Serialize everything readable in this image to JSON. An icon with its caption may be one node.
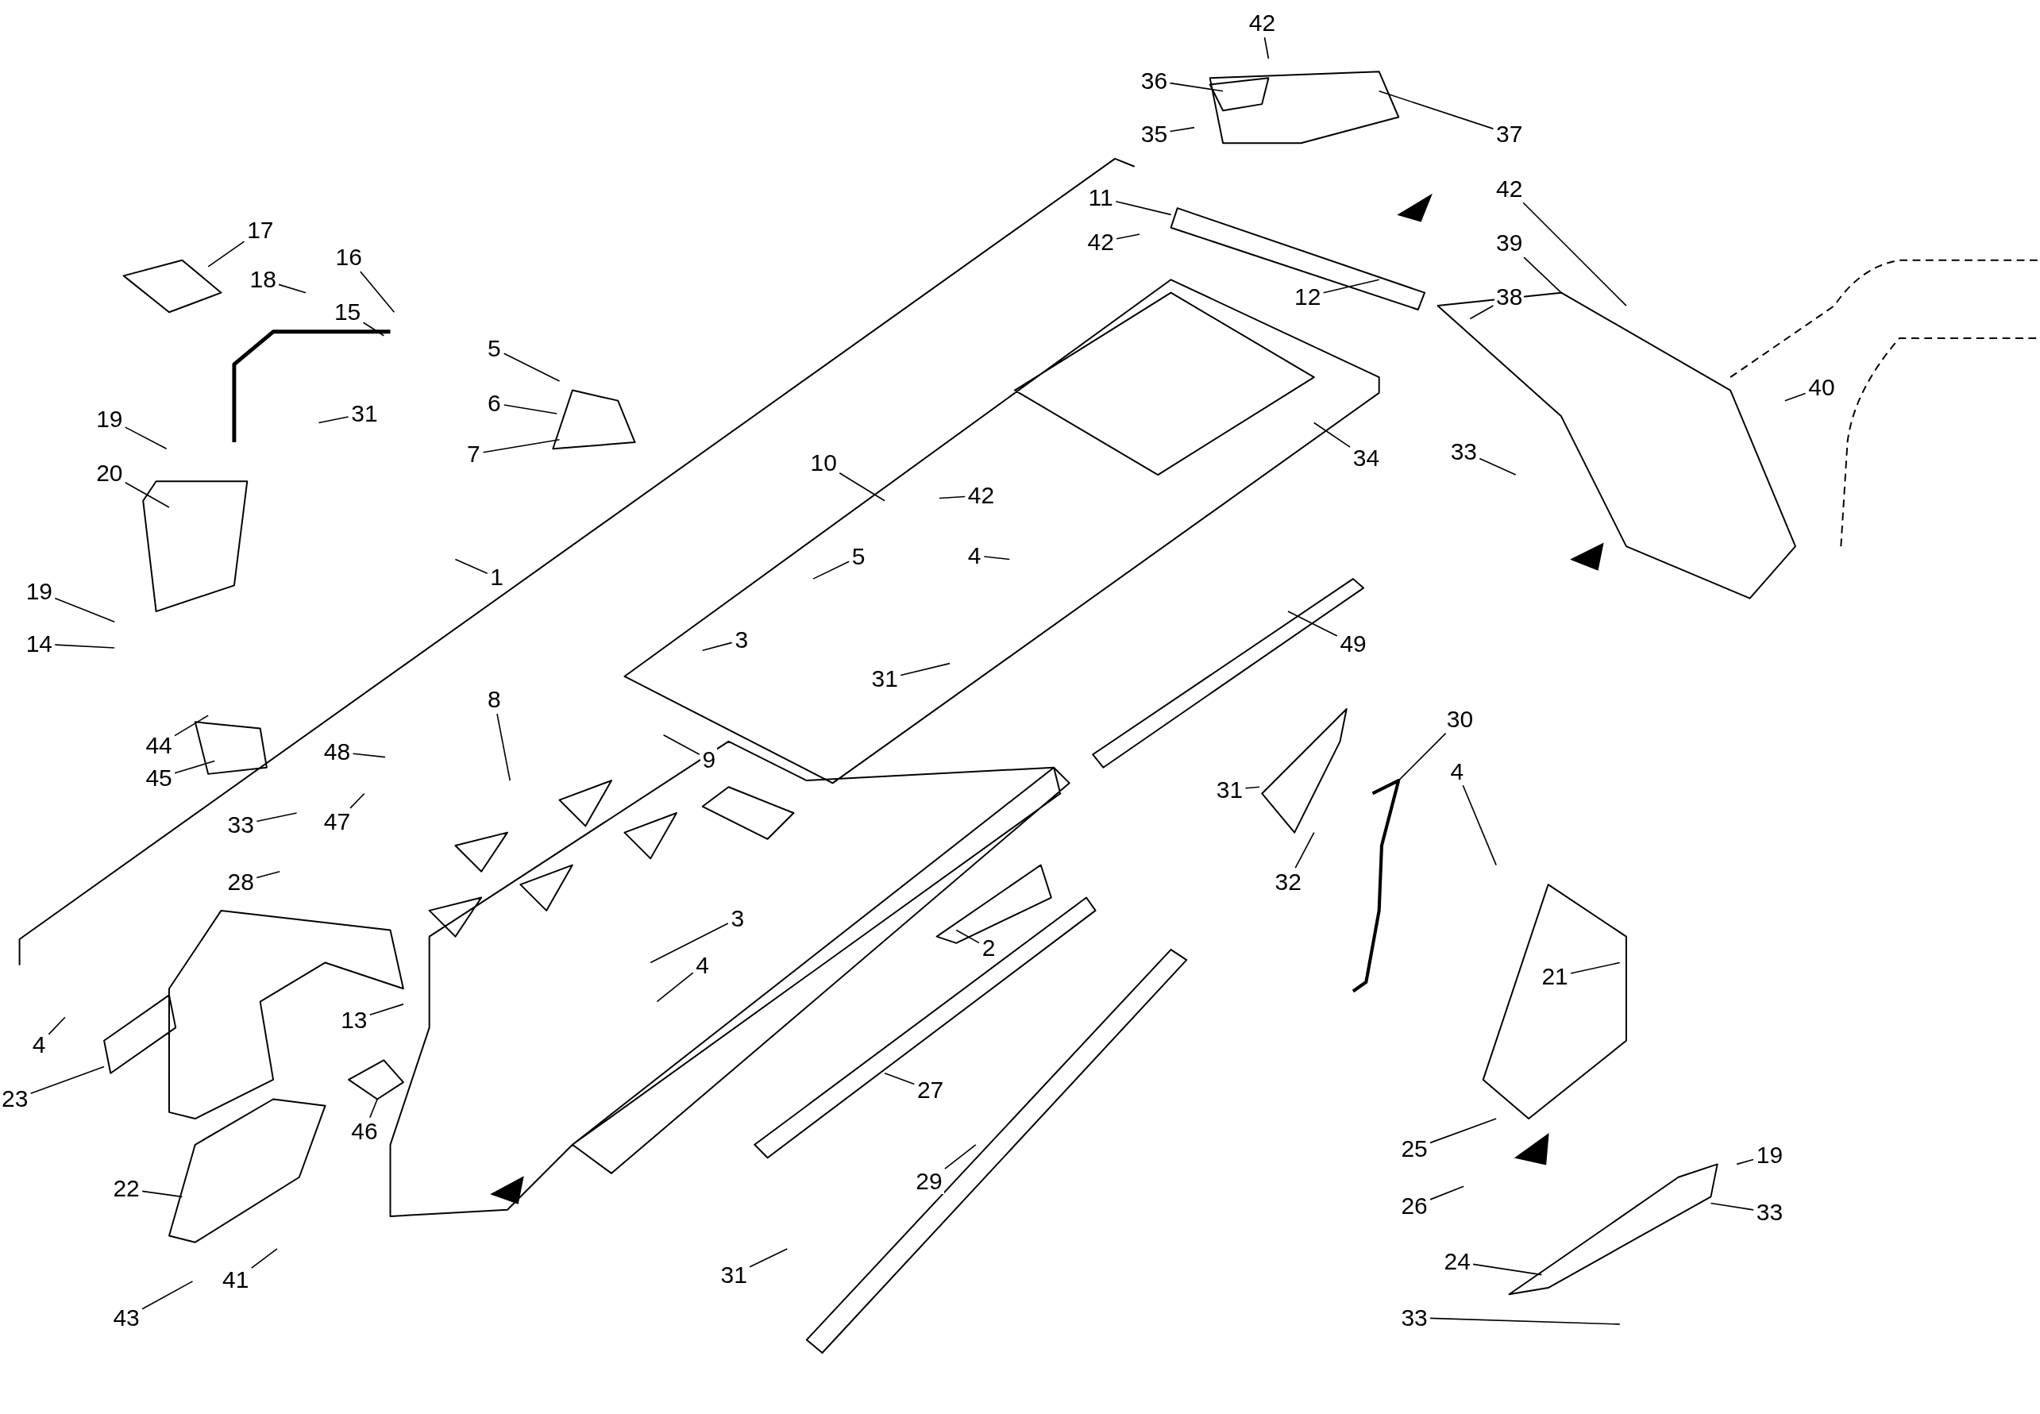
{
  "diagram": {
    "nodes": [
      {
        "text": [
          "42"
        ]
      },
      {
        "text": [
          "36"
        ]
      },
      {
        "text": [
          "37"
        ]
      },
      {
        "text": [
          "35"
        ]
      },
      {
        "text": [
          "11"
        ]
      },
      {
        "text": [
          "42"
        ]
      },
      {
        "text": [
          "42"
        ]
      },
      {
        "text": [
          "39"
        ]
      },
      {
        "text": [
          "12"
        ]
      },
      {
        "text": [
          "38"
        ]
      },
      {
        "text": [
          "17"
        ]
      },
      {
        "text": [
          "16"
        ]
      },
      {
        "text": [
          "18"
        ]
      },
      {
        "text": [
          "15"
        ]
      },
      {
        "text": [
          "40"
        ]
      },
      {
        "text": [
          "5"
        ]
      },
      {
        "text": [
          "31"
        ]
      },
      {
        "text": [
          "6"
        ]
      },
      {
        "text": [
          "7"
        ]
      },
      {
        "text": [
          "34"
        ]
      },
      {
        "text": [
          "19"
        ]
      },
      {
        "text": [
          "33"
        ]
      },
      {
        "text": [
          "20"
        ]
      },
      {
        "text": [
          "10"
        ]
      },
      {
        "text": [
          "42"
        ]
      },
      {
        "text": [
          "1"
        ]
      },
      {
        "text": [
          "4"
        ]
      },
      {
        "text": [
          "5"
        ]
      },
      {
        "text": [
          "19"
        ]
      },
      {
        "text": [
          "49"
        ]
      },
      {
        "text": [
          "14"
        ]
      },
      {
        "text": [
          "3"
        ]
      },
      {
        "text": [
          "31"
        ]
      },
      {
        "text": [
          "30"
        ]
      },
      {
        "text": [
          "8"
        ]
      },
      {
        "text": [
          "9"
        ]
      },
      {
        "text": [
          "44"
        ]
      },
      {
        "text": [
          "48"
        ]
      },
      {
        "text": [
          "45"
        ]
      },
      {
        "text": [
          "4"
        ]
      },
      {
        "text": [
          "31"
        ]
      },
      {
        "text": [
          "47"
        ]
      },
      {
        "text": [
          "33"
        ]
      },
      {
        "text": [
          "32"
        ]
      },
      {
        "text": [
          "28"
        ]
      },
      {
        "text": [
          "3"
        ]
      },
      {
        "text": [
          "2"
        ]
      },
      {
        "text": [
          "21"
        ]
      },
      {
        "text": [
          "4"
        ]
      },
      {
        "text": [
          "13"
        ]
      },
      {
        "text": [
          "4"
        ]
      },
      {
        "text": [
          "23"
        ]
      },
      {
        "text": [
          "27"
        ]
      },
      {
        "text": [
          "46"
        ]
      },
      {
        "text": [
          "25"
        ]
      },
      {
        "text": [
          "19"
        ]
      },
      {
        "text": [
          "29"
        ]
      },
      {
        "text": [
          "22"
        ]
      },
      {
        "text": [
          "26"
        ]
      },
      {
        "text": [
          "33"
        ]
      },
      {
        "text": [
          "41"
        ]
      },
      {
        "text": [
          "43"
        ]
      },
      {
        "text": [
          "24"
        ]
      },
      {
        "text": [
          "31"
        ]
      },
      {
        "text": [
          "33"
        ]
      }
    ],
    "edges": [
      {
        "from": 0,
        "to": null,
        "arrow": "none"
      },
      {
        "from": 1,
        "to": null,
        "arrow": "none"
      },
      {
        "from": 2,
        "to": null,
        "arrow": "none"
      },
      {
        "from": 3,
        "to": null,
        "arrow": "none"
      },
      {
        "from": 4,
        "to": null,
        "arrow": "none"
      },
      {
        "from": 5,
        "to": null,
        "arrow": "none"
      },
      {
        "from": 6,
        "to": null,
        "arrow": "none"
      },
      {
        "from": 7,
        "to": null,
        "arrow": "none"
      },
      {
        "from": 8,
        "to": null,
        "arrow": "none"
      },
      {
        "from": 9,
        "to": null,
        "arrow": "none"
      },
      {
        "from": 10,
        "to": null,
        "arrow": "none"
      },
      {
        "from": 11,
        "to": null,
        "arrow": "none"
      },
      {
        "from": 12,
        "to": null,
        "arrow": "none"
      },
      {
        "from": 13,
        "to": null,
        "arrow": "none"
      },
      {
        "from": 14,
        "to": null,
        "arrow": "none"
      },
      {
        "from": 15,
        "to": null,
        "arrow": "none"
      },
      {
        "from": 16,
        "to": null,
        "arrow": "none"
      },
      {
        "from": 17,
        "to": null,
        "arrow": "none"
      },
      {
        "from": 18,
        "to": null,
        "arrow": "none"
      },
      {
        "from": 19,
        "to": null,
        "arrow": "none"
      },
      {
        "from": 20,
        "to": null,
        "arrow": "none"
      },
      {
        "from": 21,
        "to": null,
        "arrow": "none"
      },
      {
        "from": 22,
        "to": null,
        "arrow": "none"
      },
      {
        "from": 23,
        "to": null,
        "arrow": "none"
      },
      {
        "from": 24,
        "to": null,
        "arrow": "none"
      },
      {
        "from": 25,
        "to": null,
        "arrow": "none"
      },
      {
        "from": 26,
        "to": null,
        "arrow": "none"
      },
      {
        "from": 27,
        "to": null,
        "arrow": "none"
      },
      {
        "from": 28,
        "to": null,
        "arrow": "none"
      },
      {
        "from": 29,
        "to": null,
        "arrow": "none"
      },
      {
        "from": 30,
        "to": null,
        "arrow": "none"
      },
      {
        "from": 31,
        "to": null,
        "arrow": "none"
      },
      {
        "from": 32,
        "to": null,
        "arrow": "none"
      },
      {
        "from": 33,
        "to": null,
        "arrow": "none"
      },
      {
        "from": 34,
        "to": null,
        "arrow": "none"
      },
      {
        "from": 35,
        "to": null,
        "arrow": "none"
      },
      {
        "from": 36,
        "to": null,
        "arrow": "none"
      },
      {
        "from": 37,
        "to": null,
        "arrow": "none"
      },
      {
        "from": 38,
        "to": null,
        "arrow": "none"
      },
      {
        "from": 39,
        "to": null,
        "arrow": "none"
      },
      {
        "from": 40,
        "to": null,
        "arrow": "none"
      },
      {
        "from": 41,
        "to": null,
        "arrow": "none"
      },
      {
        "from": 42,
        "to": null,
        "arrow": "none"
      },
      {
        "from": 43,
        "to": null,
        "arrow": "none"
      },
      {
        "from": 44,
        "to": null,
        "arrow": "none"
      },
      {
        "from": 45,
        "to": null,
        "arrow": "none"
      },
      {
        "from": 46,
        "to": null,
        "arrow": "none"
      },
      {
        "from": 47,
        "to": null,
        "arrow": "none"
      },
      {
        "from": 48,
        "to": null,
        "arrow": "none"
      },
      {
        "from": 49,
        "to": null,
        "arrow": "none"
      },
      {
        "from": 50,
        "to": null,
        "arrow": "none"
      },
      {
        "from": 51,
        "to": null,
        "arrow": "none"
      },
      {
        "from": 52,
        "to": null,
        "arrow": "none"
      },
      {
        "from": 53,
        "to": null,
        "arrow": "none"
      },
      {
        "from": 54,
        "to": null,
        "arrow": "none"
      },
      {
        "from": 55,
        "to": null,
        "arrow": "none"
      },
      {
        "from": 56,
        "to": null,
        "arrow": "none"
      },
      {
        "from": 57,
        "to": null,
        "arrow": "none"
      },
      {
        "from": 58,
        "to": null,
        "arrow": "none"
      },
      {
        "from": 59,
        "to": null,
        "arrow": "none"
      },
      {
        "from": 60,
        "to": null,
        "arrow": "none"
      },
      {
        "from": 61,
        "to": null,
        "arrow": "none"
      },
      {
        "from": 62,
        "to": null,
        "arrow": "none"
      },
      {
        "from": 63,
        "to": null,
        "arrow": "none"
      },
      {
        "from": 64,
        "to": null,
        "arrow": "none"
      }
    ]
  }
}
